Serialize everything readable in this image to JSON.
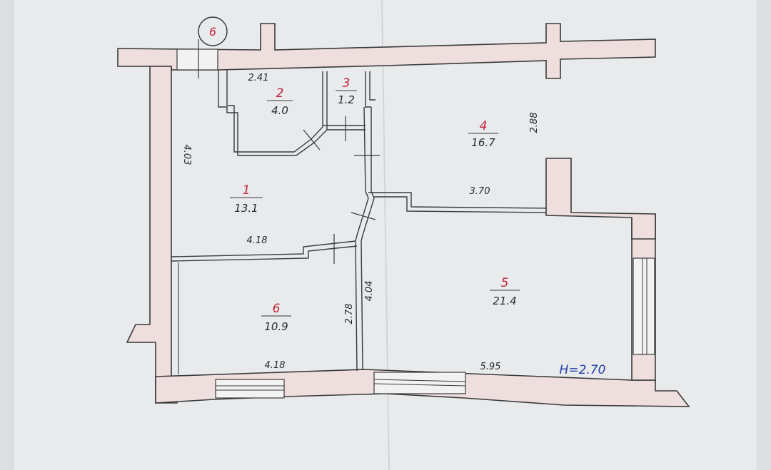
{
  "stamp_number": "6",
  "height_note": "H=2.70",
  "colors": {
    "paper": "#e9eaeb",
    "wall_fill": "#efdede",
    "line": "#3a3a3a",
    "room_number": "#c4243a",
    "height_note": "#1f3ea8"
  },
  "rooms": [
    {
      "number": "1",
      "area": "13.1"
    },
    {
      "number": "2",
      "area": "4.0"
    },
    {
      "number": "3",
      "area": "1.2"
    },
    {
      "number": "4",
      "area": "16.7"
    },
    {
      "number": "5",
      "area": "21.4"
    },
    {
      "number": "6",
      "area": "10.9"
    }
  ],
  "dimensions": {
    "room2_width": "2.41",
    "room1_height": "4.03",
    "room1_width": "4.18",
    "room4_height": "2.88",
    "room4_width": "3.70",
    "room5_height": "4.04",
    "room5_width": "5.95",
    "room6_height": "2.78",
    "room6_width": "4.18"
  }
}
